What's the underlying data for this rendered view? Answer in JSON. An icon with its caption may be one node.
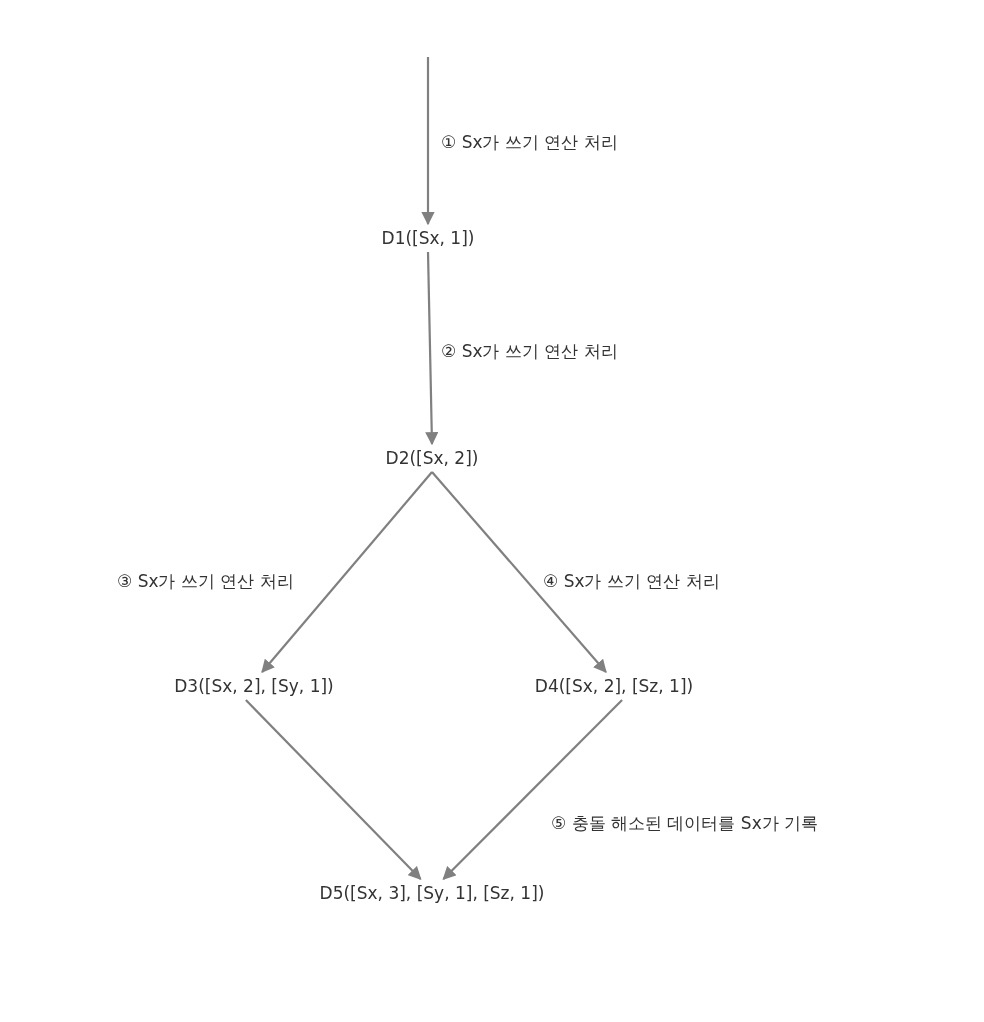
{
  "diagram": {
    "nodes": [
      {
        "text": [
          "D1([Sx, 1])"
        ]
      },
      {
        "text": [
          "D2([Sx, 2])"
        ]
      },
      {
        "text": [
          "D3([Sx, 2], [Sy, 1])"
        ]
      },
      {
        "text": [
          "D4([Sx, 2], [Sz, 1])"
        ]
      },
      {
        "text": [
          "D5([Sx, 3], [Sy, 1], [Sz, 1])"
        ]
      }
    ],
    "edges": [
      {
        "from": null,
        "to": 0,
        "arrow": "to",
        "label": "① Sx가 쓰기 연산 처리"
      },
      {
        "from": 0,
        "to": 1,
        "arrow": "to",
        "label": "② Sx가 쓰기 연산 처리"
      },
      {
        "from": 1,
        "to": 2,
        "arrow": "to",
        "label": "③ Sx가 쓰기 연산 처리"
      },
      {
        "from": 1,
        "to": 3,
        "arrow": "to",
        "label": "④ Sx가 쓰기 연산 처리"
      },
      {
        "from": 2,
        "to": 4,
        "arrow": "to"
      },
      {
        "from": 3,
        "to": 4,
        "arrow": "to",
        "label": "⑤ 충돌 해소된 데이터를 Sx가 기록"
      }
    ]
  }
}
